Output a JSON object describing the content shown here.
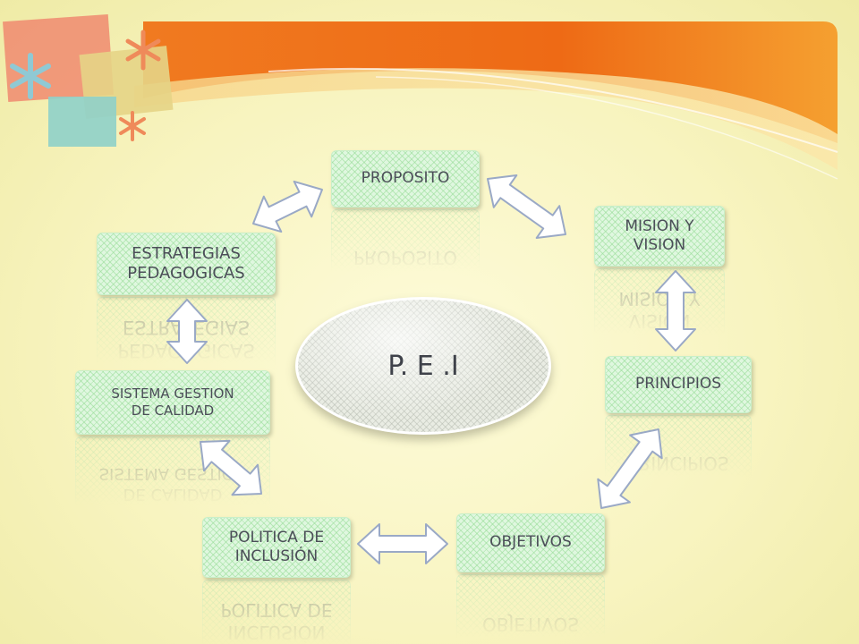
{
  "center": {
    "label": "P. E .I"
  },
  "nodes": [
    {
      "id": "proposito",
      "lines": [
        "PROPOSITO"
      ]
    },
    {
      "id": "mision-vision",
      "lines": [
        "MISION Y",
        "VISION"
      ]
    },
    {
      "id": "principios",
      "lines": [
        "PRINCIPIOS"
      ]
    },
    {
      "id": "objetivos",
      "lines": [
        "OBJETIVOS"
      ]
    },
    {
      "id": "politica-inclusion",
      "lines": [
        "POLITICA DE",
        "INCLUSIÓN"
      ]
    },
    {
      "id": "sistema-gestion",
      "lines": [
        "SISTEMA GESTION",
        "DE CALIDAD"
      ]
    },
    {
      "id": "estrategias",
      "lines": [
        "ESTRATEGIAS",
        "PEDAGOGICAS"
      ]
    }
  ],
  "connections": [
    [
      "estrategias",
      "proposito"
    ],
    [
      "proposito",
      "mision-vision"
    ],
    [
      "mision-vision",
      "principios"
    ],
    [
      "principios",
      "objetivos"
    ],
    [
      "objetivos",
      "politica-inclusion"
    ],
    [
      "politica-inclusion",
      "sistema-gestion"
    ],
    [
      "sistema-gestion",
      "estrategias"
    ]
  ],
  "colors": {
    "background": "#f8f4c0",
    "banner": "#ee6b1a",
    "node_fill": "#dff7df",
    "node_text": "#4b4e58",
    "arrow_fill": "#ffffff",
    "arrow_stroke": "#9aa9c6",
    "asterisk_orange": "#ef8a5a",
    "asterisk_blue": "#8fc9d4"
  }
}
